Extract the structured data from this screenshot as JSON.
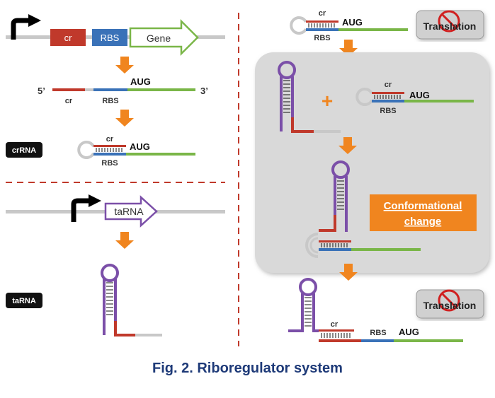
{
  "caption": "Fig. 2. Riboregulator system",
  "gene_construct": {
    "cr": "cr",
    "rbs": "RBS",
    "gene": "Gene"
  },
  "mrna": {
    "five_prime": "5’",
    "three_prime": "3’",
    "cr": "cr",
    "rbs": "RBS",
    "aug": "AUG"
  },
  "crrna": {
    "badge": "crRNA",
    "cr": "cr",
    "rbs": "RBS",
    "aug": "AUG"
  },
  "tarna_construct": {
    "gene": "taRNA"
  },
  "tarna": {
    "badge": "taRNA"
  },
  "right": {
    "top": {
      "cr": "cr",
      "rbs": "RBS",
      "aug": "AUG"
    },
    "translation_top": "Translation",
    "plus": "+",
    "mid": {
      "cr": "cr",
      "rbs": "RBS",
      "aug": "AUG"
    },
    "conformational_change": [
      "Conformational",
      "change"
    ],
    "translation_bottom": "Translation",
    "bottom": {
      "cr": "cr",
      "rbs": "RBS",
      "aug": "AUG"
    }
  },
  "colors": {
    "cr_red": "#c0392b",
    "rbs_blue": "#3a72b8",
    "gene_green": "#7ab648",
    "tarna_purple": "#7b4fa8",
    "arrow_orange": "#f0851f",
    "badge_black": "#111111",
    "title_blue": "#1e3a78"
  }
}
